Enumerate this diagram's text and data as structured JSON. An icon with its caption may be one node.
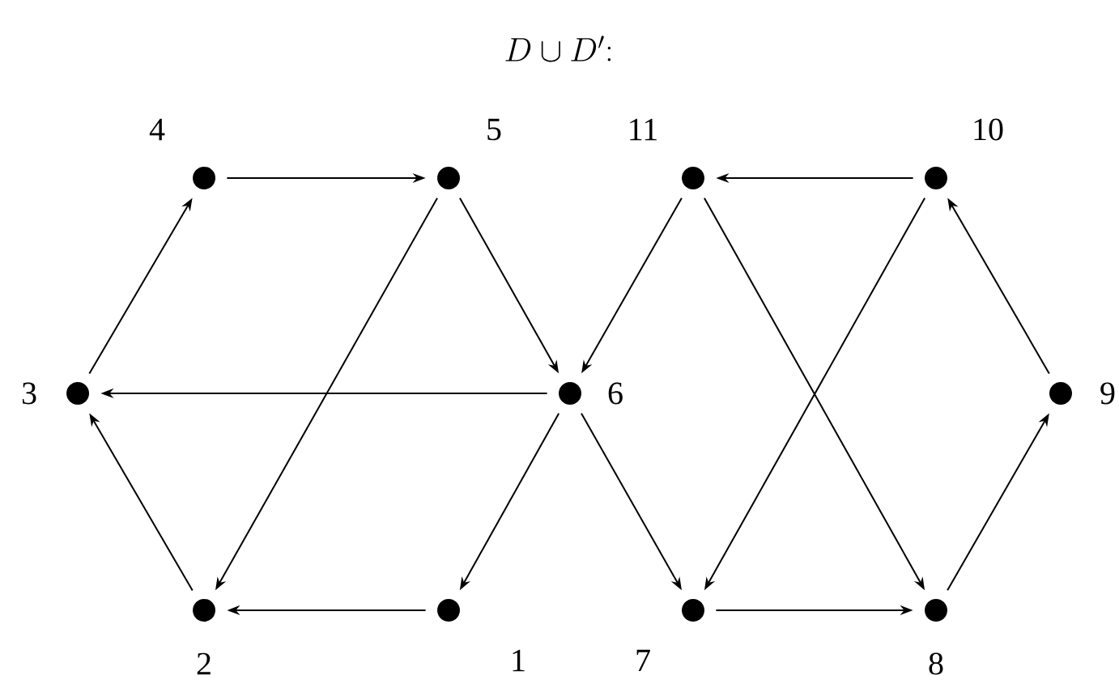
{
  "diagram": {
    "title": "D\\cup D'\\colon",
    "nodes": [
      {
        "text": [],
        "shape": "circle",
        "beside": [
          "1"
        ]
      },
      {
        "text": [],
        "shape": "circle",
        "beside": [
          "2"
        ]
      },
      {
        "text": [],
        "shape": "circle",
        "beside": [
          "3"
        ]
      },
      {
        "text": [],
        "shape": "circle",
        "beside": [
          "4"
        ]
      },
      {
        "text": [],
        "shape": "circle",
        "beside": [
          "5"
        ]
      },
      {
        "text": [],
        "shape": "circle",
        "beside": [
          "6"
        ]
      },
      {
        "text": [],
        "shape": "circle",
        "beside": [
          "7"
        ]
      },
      {
        "text": [],
        "shape": "circle",
        "beside": [
          "8"
        ]
      },
      {
        "text": [],
        "shape": "circle",
        "beside": [
          "9"
        ]
      },
      {
        "text": [],
        "shape": "circle",
        "beside": [
          "10"
        ]
      },
      {
        "text": [],
        "shape": "circle",
        "beside": [
          "11"
        ]
      }
    ],
    "edges": [
      {
        "from": 3,
        "to": 4,
        "arrow": "to"
      },
      {
        "from": 4,
        "to": 5,
        "arrow": "to"
      },
      {
        "from": 4,
        "to": 1,
        "arrow": "to"
      },
      {
        "from": 5,
        "to": 2,
        "arrow": "to"
      },
      {
        "from": 5,
        "to": 0,
        "arrow": "to"
      },
      {
        "from": 5,
        "to": 6,
        "arrow": "to"
      },
      {
        "from": 0,
        "to": 1,
        "arrow": "to"
      },
      {
        "from": 1,
        "to": 2,
        "arrow": "to"
      },
      {
        "from": 2,
        "to": 3,
        "arrow": "to"
      },
      {
        "from": 10,
        "to": 5,
        "arrow": "to"
      },
      {
        "from": 10,
        "to": 7,
        "arrow": "to"
      },
      {
        "from": 9,
        "to": 10,
        "arrow": "to"
      },
      {
        "from": 9,
        "to": 6,
        "arrow": "to"
      },
      {
        "from": 6,
        "to": 7,
        "arrow": "to"
      },
      {
        "from": 7,
        "to": 8,
        "arrow": "to"
      },
      {
        "from": 8,
        "to": 9,
        "arrow": "to"
      }
    ]
  }
}
